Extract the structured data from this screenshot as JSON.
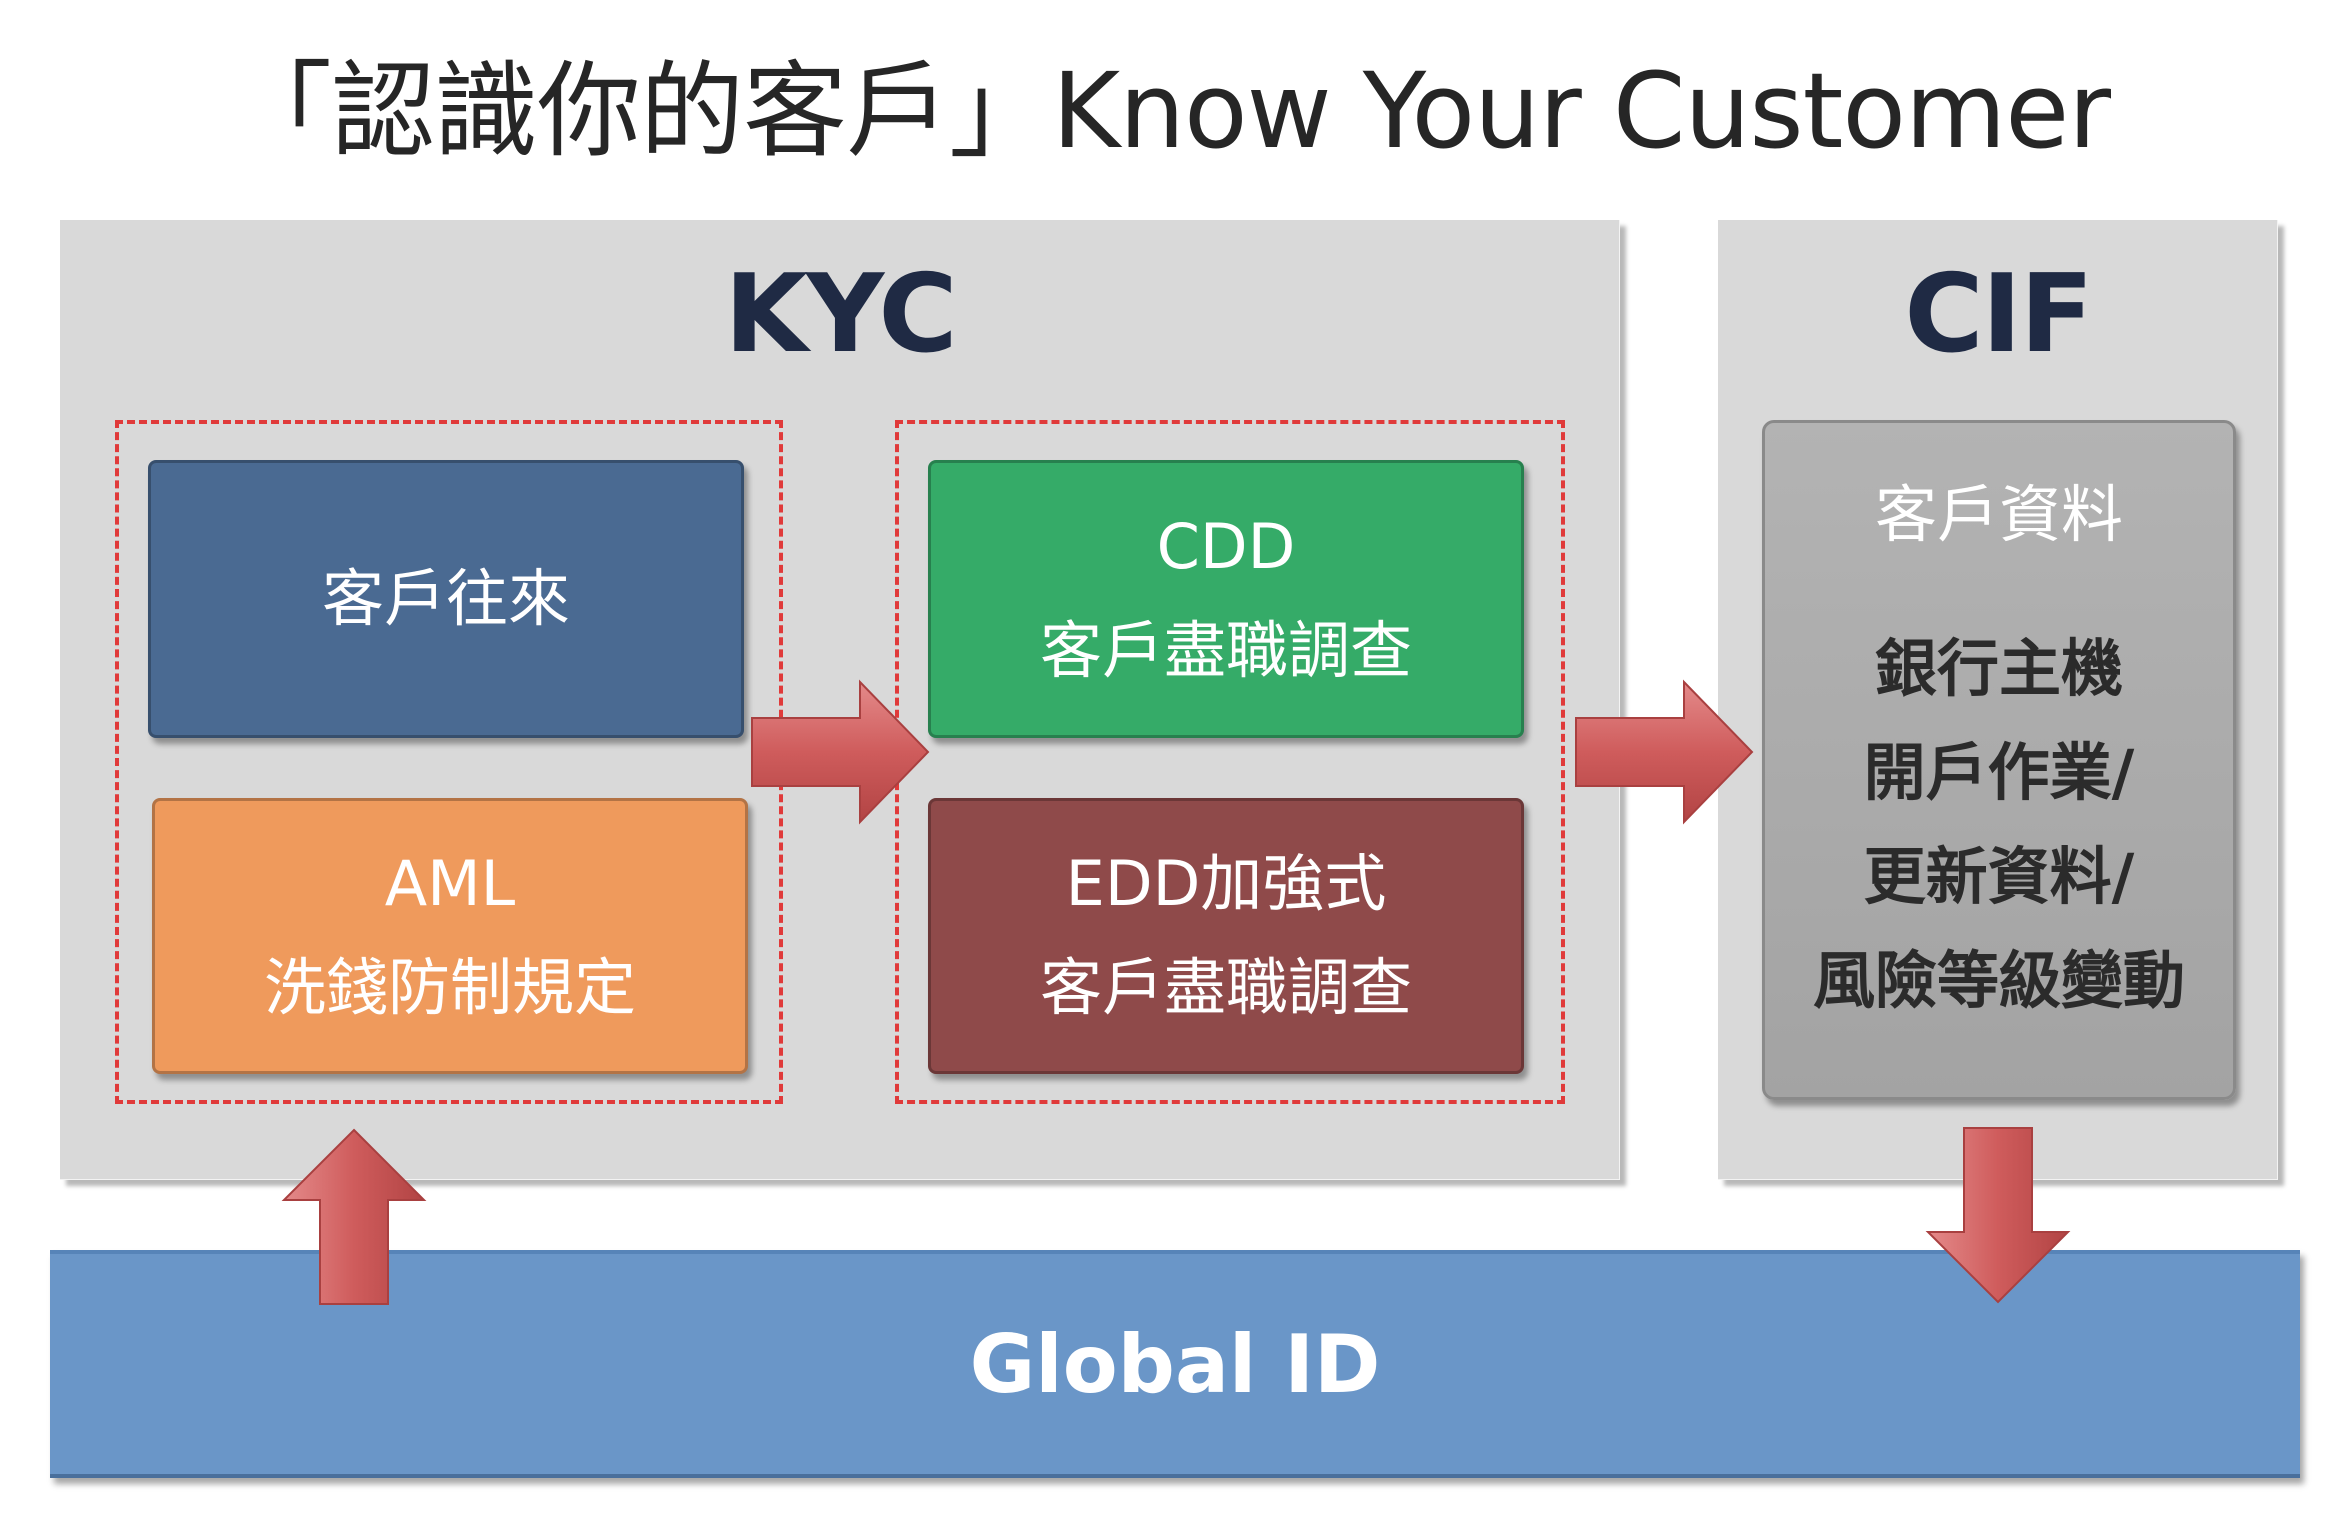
{
  "title": "「認識你的客戶」Know Your Customer",
  "kyc": {
    "title": "KYC",
    "customer_relation": "客戶往來",
    "aml": {
      "line1": "AML",
      "line2": "洗錢防制規定"
    },
    "cdd": {
      "line1": "CDD",
      "line2": "客戶盡職調查"
    },
    "edd": {
      "line1": "EDD加強式",
      "line2": "客戶盡職調查"
    }
  },
  "cif": {
    "title": "CIF",
    "heading": "客戶資料",
    "lines": [
      "銀行主機",
      "開戶作業/",
      "更新資料/",
      "風險等級變動"
    ]
  },
  "global_id": "Global ID",
  "colors": {
    "kyc_blue": "#4a6a92",
    "aml_orange": "#ef9a5c",
    "cdd_green": "#35ab68",
    "edd_red": "#8f4a4a",
    "cif_gray": "#a8a8a8",
    "global_blue": "#6a96c8",
    "arrow_red": "#cf5c5c",
    "dashed_red": "#e03a3a"
  }
}
